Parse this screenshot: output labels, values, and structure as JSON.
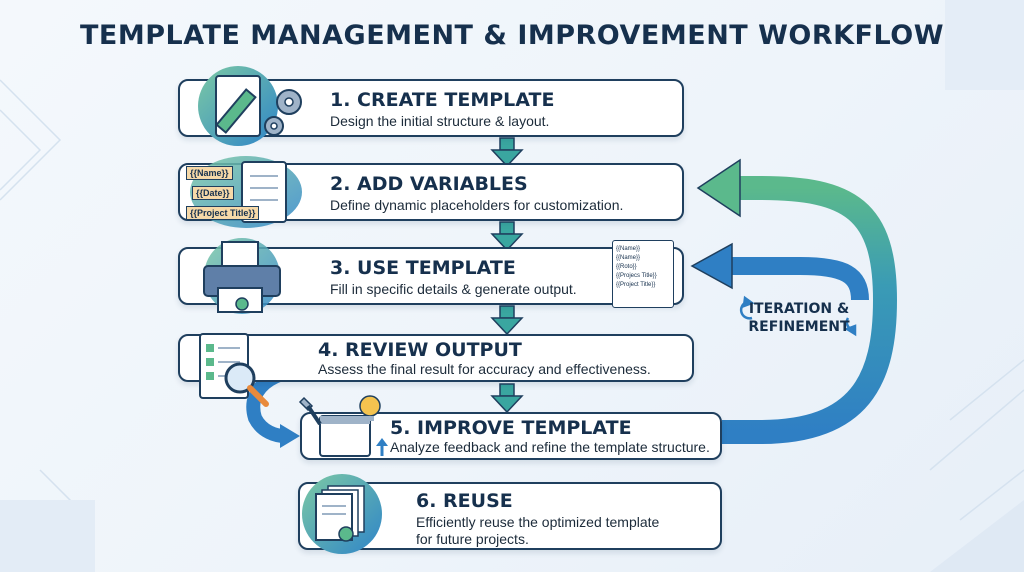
{
  "title": "TEMPLATE MANAGEMENT & IMPROVEMENT WORKFLOW",
  "steps": [
    {
      "title": "1. CREATE TEMPLATE",
      "desc": "Design the initial structure & layout.",
      "icon": "pencil-gear-icon"
    },
    {
      "title": "2. ADD VARIABLES",
      "desc": "Define dynamic placeholders for customization.",
      "icon": "variables-document-icon",
      "tags": [
        "{{Name}}",
        "{{Date}}",
        "{{Project Title}}"
      ]
    },
    {
      "title": "3. USE TEMPLATE",
      "desc": "Fill in specific details & generate output.",
      "icon": "printer-icon",
      "doc_lines": [
        "{{Name}}",
        "{{Name}}",
        "{{Roto}}",
        "{{Projecs Title}}",
        "{{Project Title}}"
      ]
    },
    {
      "title": "4. REVIEW OUTPUT",
      "desc": "Assess the final result for accuracy and effectiveness.",
      "icon": "checklist-magnifier-icon"
    },
    {
      "title": "5. IMPROVE TEMPLATE",
      "desc": "Analyze feedback and refine the template structure.",
      "icon": "wrench-lightbulb-icon"
    },
    {
      "title": "6. REUSE",
      "desc_line1": "Efficiently reuse the optimized template",
      "desc_line2": "for future projects.",
      "icon": "document-stack-icon"
    }
  ],
  "iteration_label_line1": "ITERATION &",
  "iteration_label_line2": "REFINEMENT",
  "colors": {
    "navy": "#16304d",
    "border": "#1f3f5e",
    "blue": "#2f7fc4",
    "green": "#5bb98c",
    "teal": "#3aa6a0"
  }
}
